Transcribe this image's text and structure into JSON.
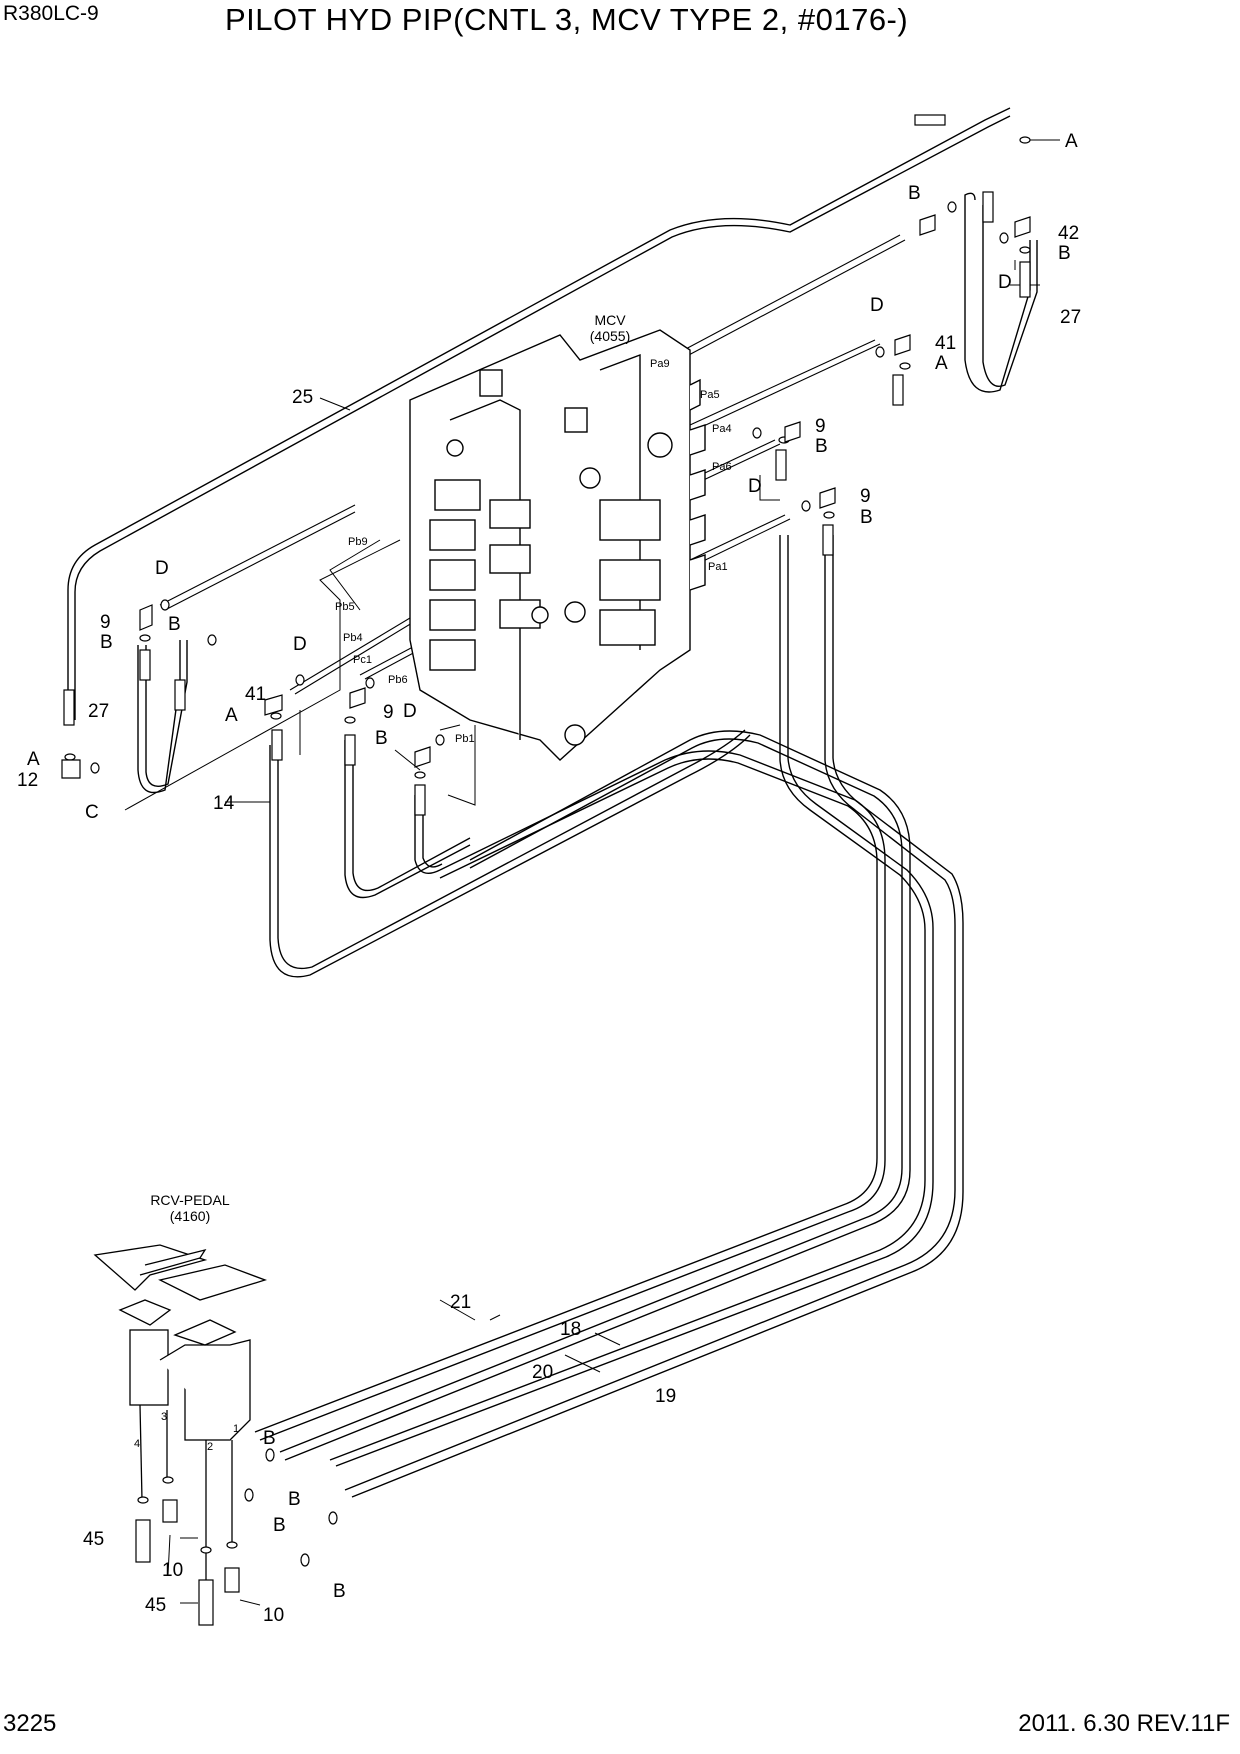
{
  "header": {
    "model": "R380LC-9",
    "title": "PILOT HYD PIP(CNTL 3, MCV TYPE 2, #0176-)"
  },
  "footer": {
    "page_number": "3225",
    "date_rev": "2011. 6.30  REV.11F"
  },
  "components": {
    "mcv": {
      "name": "MCV",
      "ref": "(4055)"
    },
    "rcv_pedal": {
      "name": "RCV-PEDAL",
      "ref": "(4160)"
    }
  },
  "ports": {
    "pa9": "Pa9",
    "pa5": "Pa5",
    "pa4": "Pa4",
    "pa6": "Pa6",
    "pa1": "Pa1",
    "pb9": "Pb9",
    "pb5": "Pb5",
    "pb4": "Pb4",
    "pc1": "Pc1",
    "pb6": "Pb6",
    "pb1": "Pb1"
  },
  "pedal_ports": {
    "p1": "1",
    "p2": "2",
    "p3": "3",
    "p4": "4"
  },
  "callouts": {
    "n9": "9",
    "n10": "10",
    "n12": "12",
    "n14": "14",
    "n18": "18",
    "n19": "19",
    "n20": "20",
    "n21": "21",
    "n25": "25",
    "n27": "27",
    "n41": "41",
    "n42": "42",
    "n45": "45",
    "a": "A",
    "b": "B",
    "c": "C",
    "d": "D"
  },
  "colors": {
    "line": "#000000",
    "background": "#ffffff"
  }
}
